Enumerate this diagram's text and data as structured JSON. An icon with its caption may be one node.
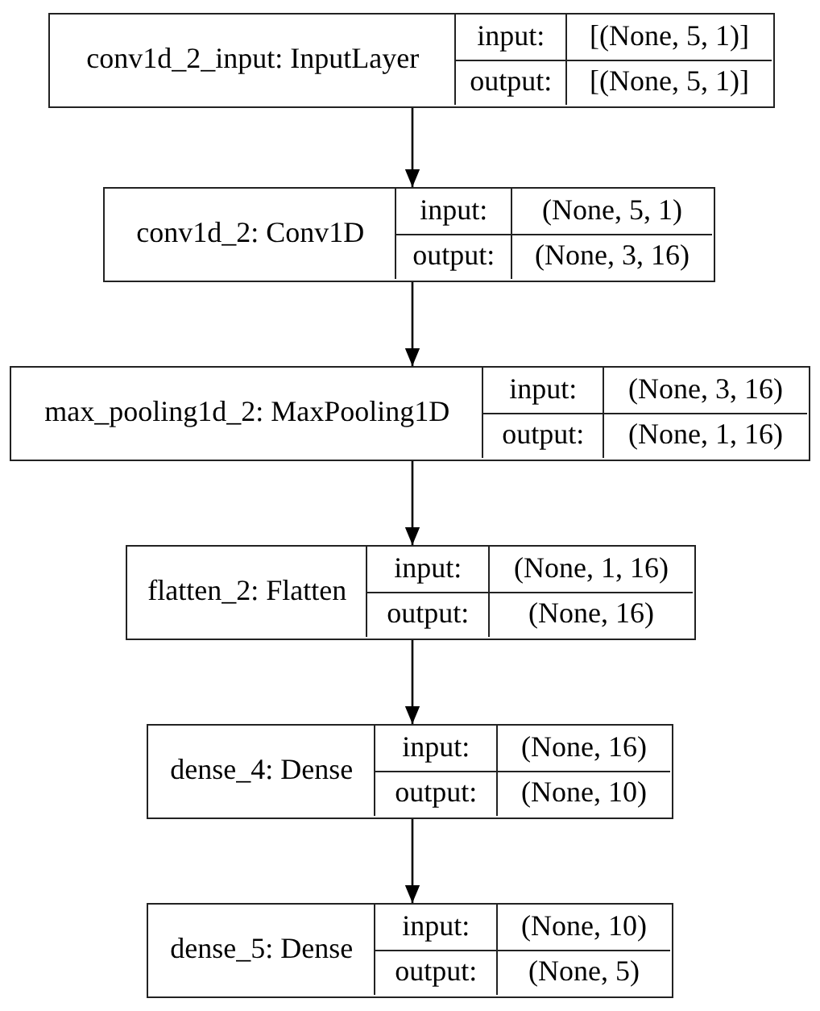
{
  "diagram": {
    "nodes": [
      {
        "text": [
          "conv1d_2_input: InputLayer",
          "input:",
          "[(None, 5, 1)]",
          "output:",
          "[(None, 5, 1)]"
        ]
      },
      {
        "text": [
          "conv1d_2: Conv1D",
          "input:",
          "(None, 5, 1)",
          "output:",
          "(None, 3, 16)"
        ]
      },
      {
        "text": [
          "max_pooling1d_2: MaxPooling1D",
          "input:",
          "(None, 3, 16)",
          "output:",
          "(None, 1, 16)"
        ]
      },
      {
        "text": [
          "flatten_2: Flatten",
          "input:",
          "(None, 1, 16)",
          "output:",
          "(None, 16)"
        ]
      },
      {
        "text": [
          "dense_4: Dense",
          "input:",
          "(None, 16)",
          "output:",
          "(None, 10)"
        ]
      },
      {
        "text": [
          "dense_5: Dense",
          "input:",
          "(None, 10)",
          "output:",
          "(None, 5)"
        ]
      }
    ],
    "edges": [
      {
        "from": 0,
        "to": 1,
        "arrow": "to"
      },
      {
        "from": 1,
        "to": 2,
        "arrow": "to"
      },
      {
        "from": 2,
        "to": 3,
        "arrow": "to"
      },
      {
        "from": 3,
        "to": 4,
        "arrow": "to"
      },
      {
        "from": 4,
        "to": 5,
        "arrow": "to"
      }
    ]
  }
}
